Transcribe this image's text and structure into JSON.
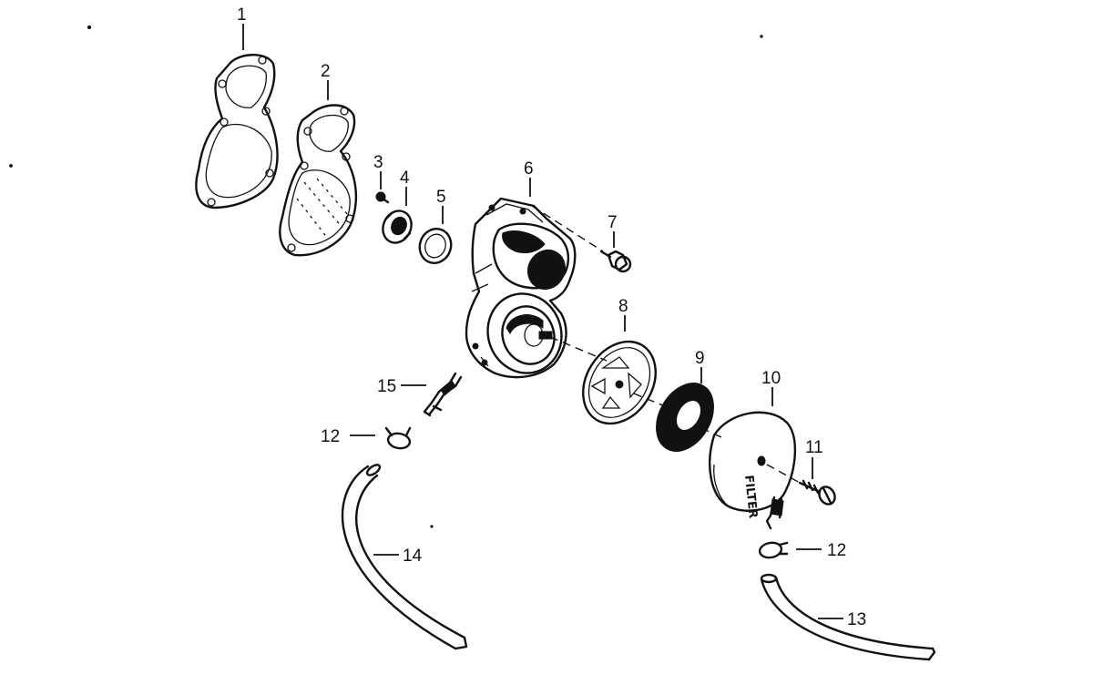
{
  "callouts": {
    "c1": "1",
    "c2": "2",
    "c3": "3",
    "c4": "4",
    "c5": "5",
    "c6": "6",
    "c7": "7",
    "c8": "8",
    "c9": "9",
    "c10": "10",
    "c11": "11",
    "c12a": "12",
    "c12b": "12",
    "c13": "13",
    "c14": "14",
    "c15": "15"
  },
  "filter_stamp": "FILTER"
}
